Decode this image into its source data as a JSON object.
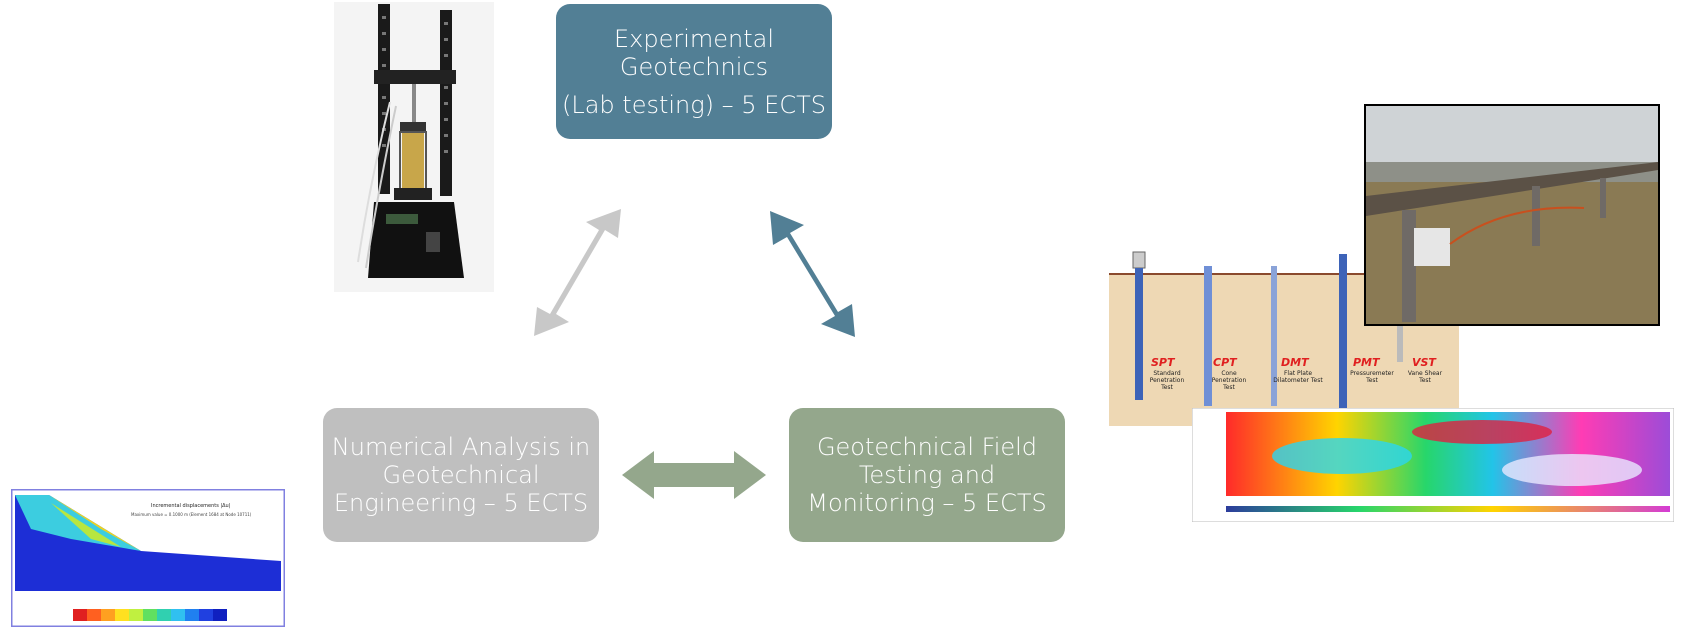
{
  "colors": {
    "experimental_box": "#527f95",
    "numerical_box": "#bfbfbf",
    "field_box": "#94a78c",
    "arrow_grey": "#c8c8c8",
    "arrow_blue": "#527f95",
    "arrow_green": "#94a78c"
  },
  "boxes": {
    "experimental": {
      "line1": "Experimental",
      "line2": "Geotechnics",
      "line3": "(Lab testing) – 5 ECTS"
    },
    "numerical": {
      "line1": "Numerical Analysis in",
      "line2": "Geotechnical",
      "line3": "Engineering – 5 ECTS"
    },
    "field": {
      "line1": "Geotechnical Field",
      "line2": "Testing and",
      "line3": "Monitoring – 5 ECTS"
    }
  },
  "insitu_tests": {
    "tests": [
      {
        "code": "SPT",
        "name": "Standard Penetration Test"
      },
      {
        "code": "CPT",
        "name": "Cone Penetration Test"
      },
      {
        "code": "DMT",
        "name": "Flat Plate Dilatometer Test"
      },
      {
        "code": "PMT",
        "name": "Pressuremeter Test"
      },
      {
        "code": "VST",
        "name": "Vane Shear Test"
      }
    ]
  },
  "fem_image": {
    "title": "Incremental displacements |Δu|",
    "subtitle": "Maximum value = 0.1000 m (Element 1684 at Node 10711)"
  }
}
